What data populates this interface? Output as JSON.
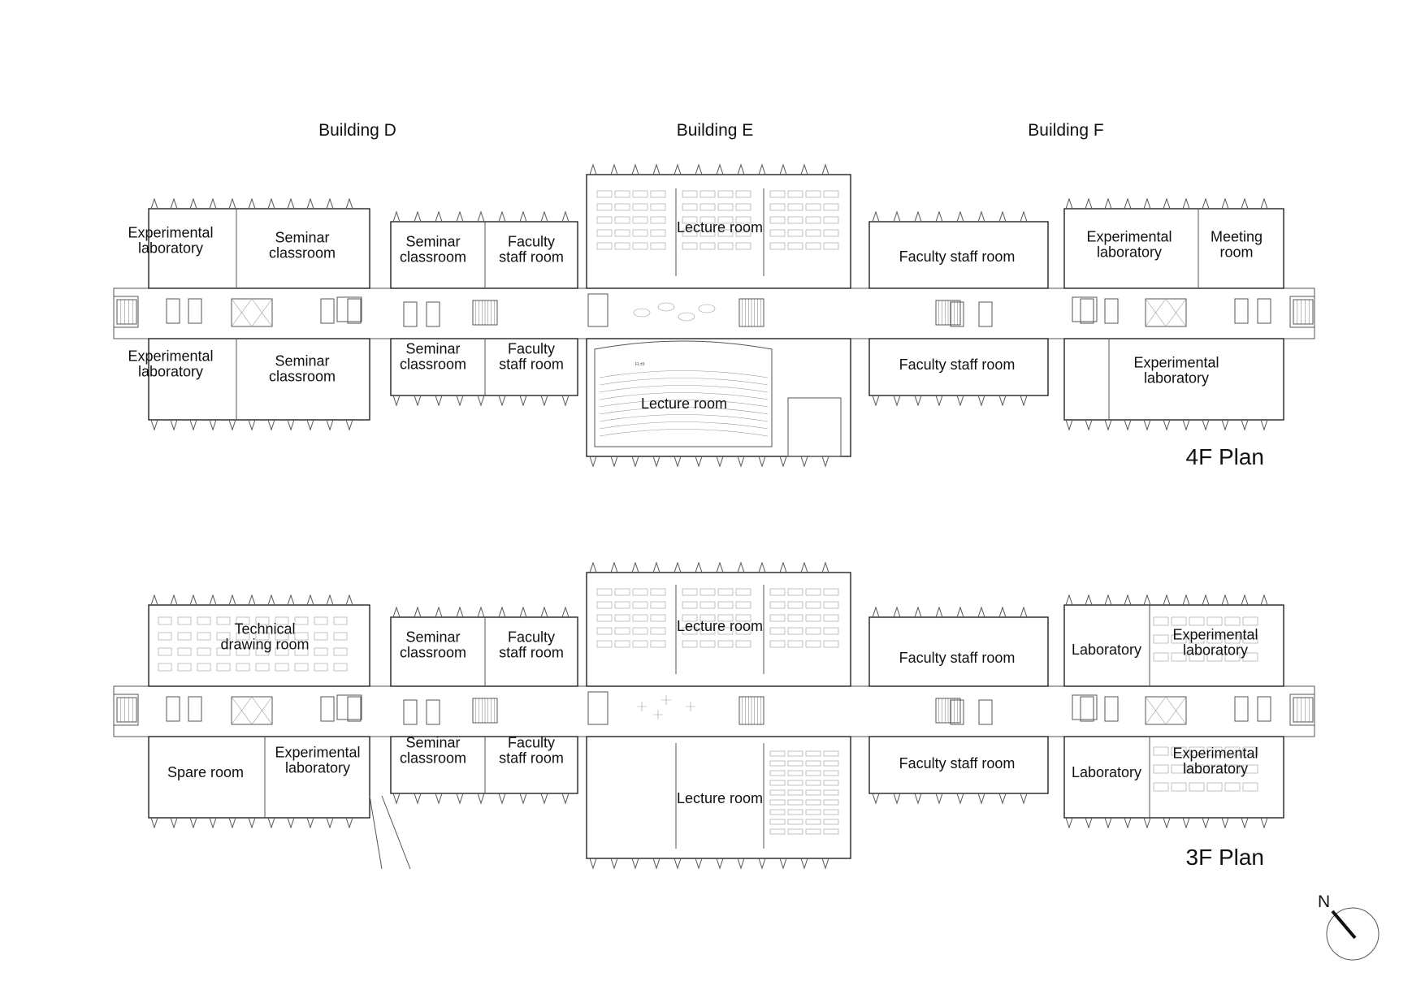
{
  "buildings": [
    {
      "key": "D",
      "name": "Building D"
    },
    {
      "key": "E",
      "name": "Building E"
    },
    {
      "key": "F",
      "name": "Building F"
    }
  ],
  "plans": [
    {
      "key": "4F",
      "title": "4F Plan",
      "rooms": [
        {
          "id": "4f-d-n1",
          "lines": [
            "Experimental",
            "laboratory"
          ]
        },
        {
          "id": "4f-d-n2",
          "lines": [
            "Seminar",
            "classroom"
          ]
        },
        {
          "id": "4f-d-n3",
          "lines": [
            "Seminar",
            "classroom"
          ]
        },
        {
          "id": "4f-d-n4",
          "lines": [
            "Faculty",
            "staff room"
          ]
        },
        {
          "id": "4f-e-n",
          "lines": [
            "Lecture room"
          ]
        },
        {
          "id": "4f-f-n1",
          "lines": [
            "Faculty staff room"
          ]
        },
        {
          "id": "4f-f-n2",
          "lines": [
            "Experimental",
            "laboratory"
          ]
        },
        {
          "id": "4f-f-n3",
          "lines": [
            "Meeting",
            "room"
          ]
        },
        {
          "id": "4f-d-s1",
          "lines": [
            "Experimental",
            "laboratory"
          ]
        },
        {
          "id": "4f-d-s2",
          "lines": [
            "Seminar",
            "classroom"
          ]
        },
        {
          "id": "4f-d-s3",
          "lines": [
            "Seminar",
            "classroom"
          ]
        },
        {
          "id": "4f-d-s4",
          "lines": [
            "Faculty",
            "staff room"
          ]
        },
        {
          "id": "4f-e-s",
          "lines": [
            "Lecture room"
          ]
        },
        {
          "id": "4f-f-s1",
          "lines": [
            "Faculty staff room"
          ]
        },
        {
          "id": "4f-f-s2",
          "lines": [
            "Experimental",
            "laboratory"
          ]
        }
      ]
    },
    {
      "key": "3F",
      "title": "3F Plan",
      "rooms": [
        {
          "id": "3f-d-n1",
          "lines": [
            "Technical",
            "drawing room"
          ]
        },
        {
          "id": "3f-d-n3",
          "lines": [
            "Seminar",
            "classroom"
          ]
        },
        {
          "id": "3f-d-n4",
          "lines": [
            "Faculty",
            "staff room"
          ]
        },
        {
          "id": "3f-e-n",
          "lines": [
            "Lecture room"
          ]
        },
        {
          "id": "3f-f-n1",
          "lines": [
            "Faculty staff room"
          ]
        },
        {
          "id": "3f-f-n2",
          "lines": [
            "Laboratory"
          ]
        },
        {
          "id": "3f-f-n3",
          "lines": [
            "Experimental",
            "laboratory"
          ]
        },
        {
          "id": "3f-d-s1",
          "lines": [
            "Spare room"
          ]
        },
        {
          "id": "3f-d-s2",
          "lines": [
            "Experimental",
            "laboratory"
          ]
        },
        {
          "id": "3f-d-s3",
          "lines": [
            "Seminar",
            "classroom"
          ]
        },
        {
          "id": "3f-d-s4",
          "lines": [
            "Faculty",
            "staff room"
          ]
        },
        {
          "id": "3f-e-s",
          "lines": [
            "Lecture room"
          ]
        },
        {
          "id": "3f-f-s1",
          "lines": [
            "Faculty staff room"
          ]
        },
        {
          "id": "3f-f-s2",
          "lines": [
            "Laboratory"
          ]
        },
        {
          "id": "3f-f-s3",
          "lines": [
            "Experimental",
            "laboratory"
          ]
        }
      ]
    }
  ],
  "annotations": {
    "floor_level": "FL±0"
  },
  "compass": {
    "north_label": "N",
    "icon": "north-arrow-icon"
  }
}
